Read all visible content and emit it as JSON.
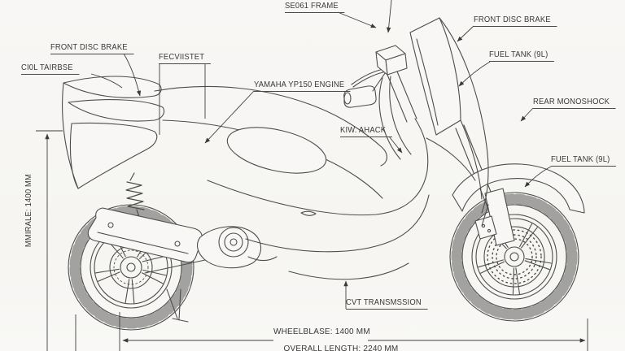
{
  "diagram": {
    "labels": {
      "se061_frame": "SE061 FRAME",
      "front_disc_brake_top": "FRONT DISC BRAKE",
      "fuel_tank_top": "FUEL TANK (9L)",
      "front_disc_brake_left": "FRONT DISC BRAKE",
      "ci0l_tairbse": "CI0L TAIRBSE",
      "fecviistet": "FECVIISTET",
      "yamaha_engine": "YAMAHA YP150 ENGINE",
      "kiw_ahack": "KIW. AHACK",
      "rear_monoshock": "REAR MONOSHOCK",
      "fuel_tank_right": "FUEL TANK (9L)",
      "cvt_transmission": "CVT TRANSMSSION"
    },
    "dimensions": {
      "height_left": "MMIRALE: 1400 MM",
      "wheelbase": "WHEELBLASE: 1400 MM",
      "overall_length": "OVERALL LENGTH: 2240 MM"
    },
    "colors": {
      "background": "#f7f6f3",
      "line_art": "#4a4a4a",
      "label_text": "#383838"
    }
  }
}
